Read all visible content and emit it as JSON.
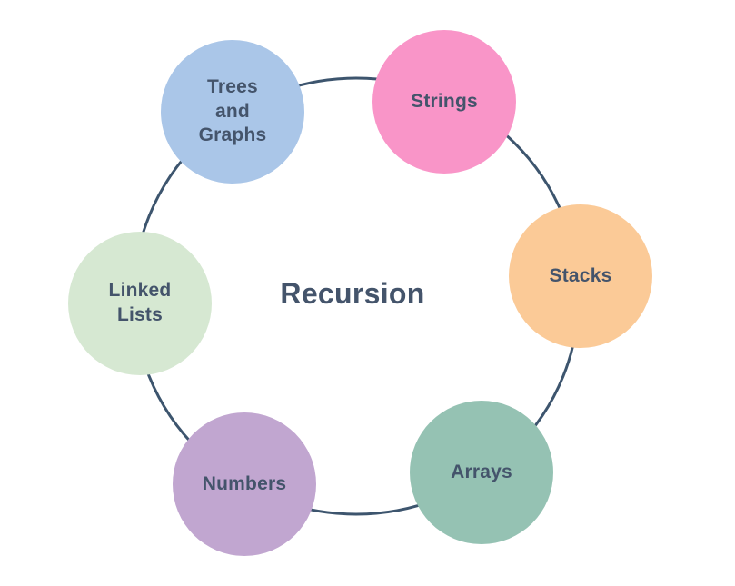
{
  "diagram": {
    "type": "cycle-diagram",
    "center": {
      "label": "Recursion"
    },
    "nodes": [
      {
        "id": "trees-and-graphs",
        "label": "Trees\nand\nGraphs",
        "color": "#aac6e8"
      },
      {
        "id": "strings",
        "label": "Strings",
        "color": "#f995c8"
      },
      {
        "id": "stacks",
        "label": "Stacks",
        "color": "#fbca97"
      },
      {
        "id": "arrays",
        "label": "Arrays",
        "color": "#95c2b3"
      },
      {
        "id": "numbers",
        "label": "Numbers",
        "color": "#c1a6d0"
      },
      {
        "id": "linked-lists",
        "label": "Linked\nLists",
        "color": "#d6e8d2"
      }
    ],
    "ring_color": "#3d556e",
    "text_color": "#44546b",
    "background": "#ffffff"
  }
}
